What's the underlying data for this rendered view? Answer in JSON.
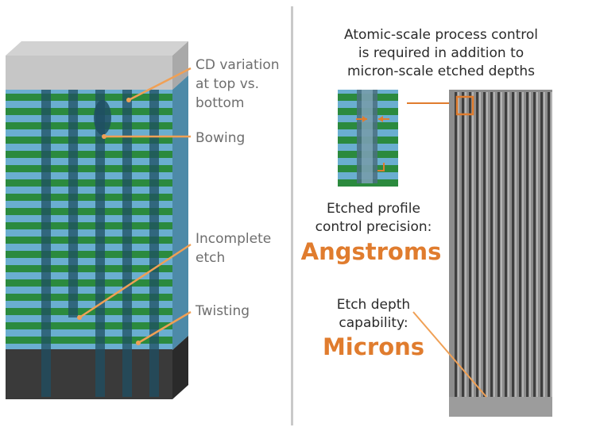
{
  "left_callouts": [
    {
      "lines": [
        "CD variation",
        "at top vs.",
        "bottom"
      ]
    },
    {
      "lines": [
        "Bowing"
      ]
    },
    {
      "lines": [
        "Incomplete",
        "etch"
      ]
    },
    {
      "lines": [
        "Twisting"
      ]
    }
  ],
  "right": {
    "header_lines": [
      "Atomic-scale process control",
      "is required in addition to",
      "micron-scale etched depths"
    ],
    "profile_lines": [
      "Etched profile",
      "control precision:"
    ],
    "profile_value": "Angstroms",
    "depth_lines": [
      "Etch depth",
      "capability:"
    ],
    "depth_value": "Microns"
  },
  "colors": {
    "accent": "#e07c2e",
    "callout_line": "#f0a055",
    "green": "#2b8a3e",
    "blue": "#6aaed0",
    "cap_gray": "#c8c8c8",
    "base_dark": "#3a3a3a",
    "sem_gray": "#8a8a8a"
  }
}
